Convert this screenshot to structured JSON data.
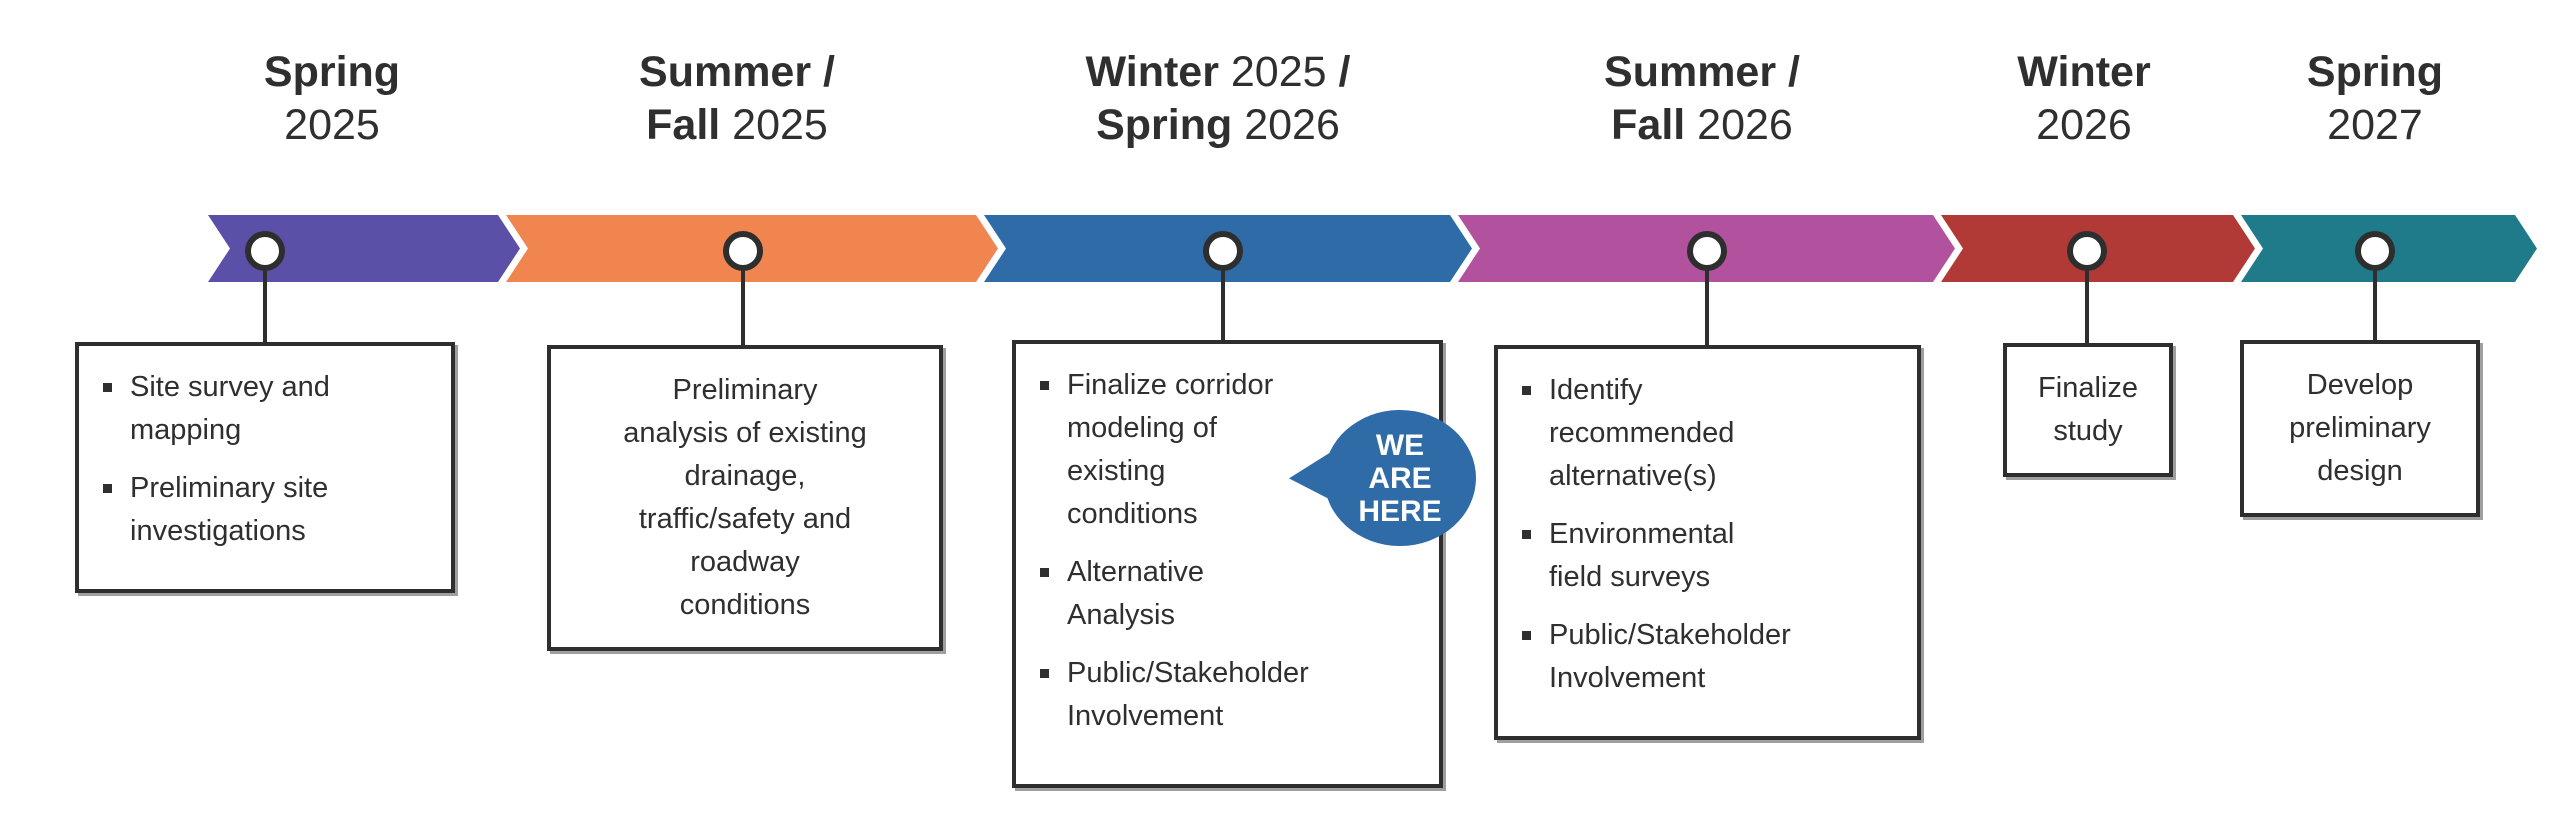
{
  "colors": {
    "background": "#ffffff",
    "text": "#2f2f2f",
    "box_border": "#2e2e2e",
    "marker_fill": "#ffffff",
    "marker_border": "#2e2e2e",
    "bubble": "#2f6ba6"
  },
  "we_are_here": {
    "label": "WE\nARE\nHERE"
  },
  "phases": [
    {
      "id": "spring-2025",
      "color": "#5b50a7",
      "heading": {
        "lines": [
          {
            "parts": [
              {
                "text": "Spring",
                "bold": true
              }
            ]
          },
          {
            "parts": [
              {
                "text": "2025",
                "bold": false
              }
            ]
          }
        ]
      },
      "box": {
        "style": "bullets",
        "items": [
          "Site survey and\nmapping",
          "Preliminary site\ninvestigations"
        ]
      }
    },
    {
      "id": "summer-fall-2025",
      "color": "#f0854f",
      "heading": {
        "lines": [
          {
            "parts": [
              {
                "text": "Summer /",
                "bold": true
              }
            ]
          },
          {
            "parts": [
              {
                "text": "Fall",
                "bold": true
              },
              {
                "text": " 2025",
                "bold": false
              }
            ]
          }
        ]
      },
      "box": {
        "style": "center",
        "text": "Preliminary\nanalysis of existing\ndrainage,\ntraffic/safety and\nroadway\nconditions"
      }
    },
    {
      "id": "winter-2025-spring-2026",
      "color": "#2f6ba6",
      "heading": {
        "lines": [
          {
            "parts": [
              {
                "text": "Winter",
                "bold": true
              },
              {
                "text": " 2025 ",
                "bold": false
              },
              {
                "text": "/",
                "bold": true
              }
            ]
          },
          {
            "parts": [
              {
                "text": "Spring",
                "bold": true
              },
              {
                "text": " 2026",
                "bold": false
              }
            ]
          }
        ]
      },
      "box": {
        "style": "bullets",
        "items": [
          "Finalize corridor\nmodeling of\nexisting\nconditions",
          "Alternative\nAnalysis",
          "Public/Stakeholder\nInvolvement"
        ]
      }
    },
    {
      "id": "summer-fall-2026",
      "color": "#b2529f",
      "heading": {
        "lines": [
          {
            "parts": [
              {
                "text": "Summer /",
                "bold": true
              }
            ]
          },
          {
            "parts": [
              {
                "text": "Fall",
                "bold": true
              },
              {
                "text": " 2026",
                "bold": false
              }
            ]
          }
        ]
      },
      "box": {
        "style": "bullets",
        "items": [
          "Identify\nrecommended\nalternative(s)",
          "Environmental\nfield surveys",
          "Public/Stakeholder\nInvolvement"
        ]
      }
    },
    {
      "id": "winter-2026",
      "color": "#b13a36",
      "heading": {
        "lines": [
          {
            "parts": [
              {
                "text": "Winter",
                "bold": true
              }
            ]
          },
          {
            "parts": [
              {
                "text": "2026",
                "bold": false
              }
            ]
          }
        ]
      },
      "box": {
        "style": "center",
        "text": "Finalize\nstudy"
      }
    },
    {
      "id": "spring-2027",
      "color": "#1f7a8a",
      "heading": {
        "lines": [
          {
            "parts": [
              {
                "text": "Spring",
                "bold": true
              }
            ]
          },
          {
            "parts": [
              {
                "text": "2027",
                "bold": false
              }
            ]
          }
        ]
      },
      "box": {
        "style": "center",
        "text": "Develop\npreliminary\ndesign"
      }
    }
  ]
}
